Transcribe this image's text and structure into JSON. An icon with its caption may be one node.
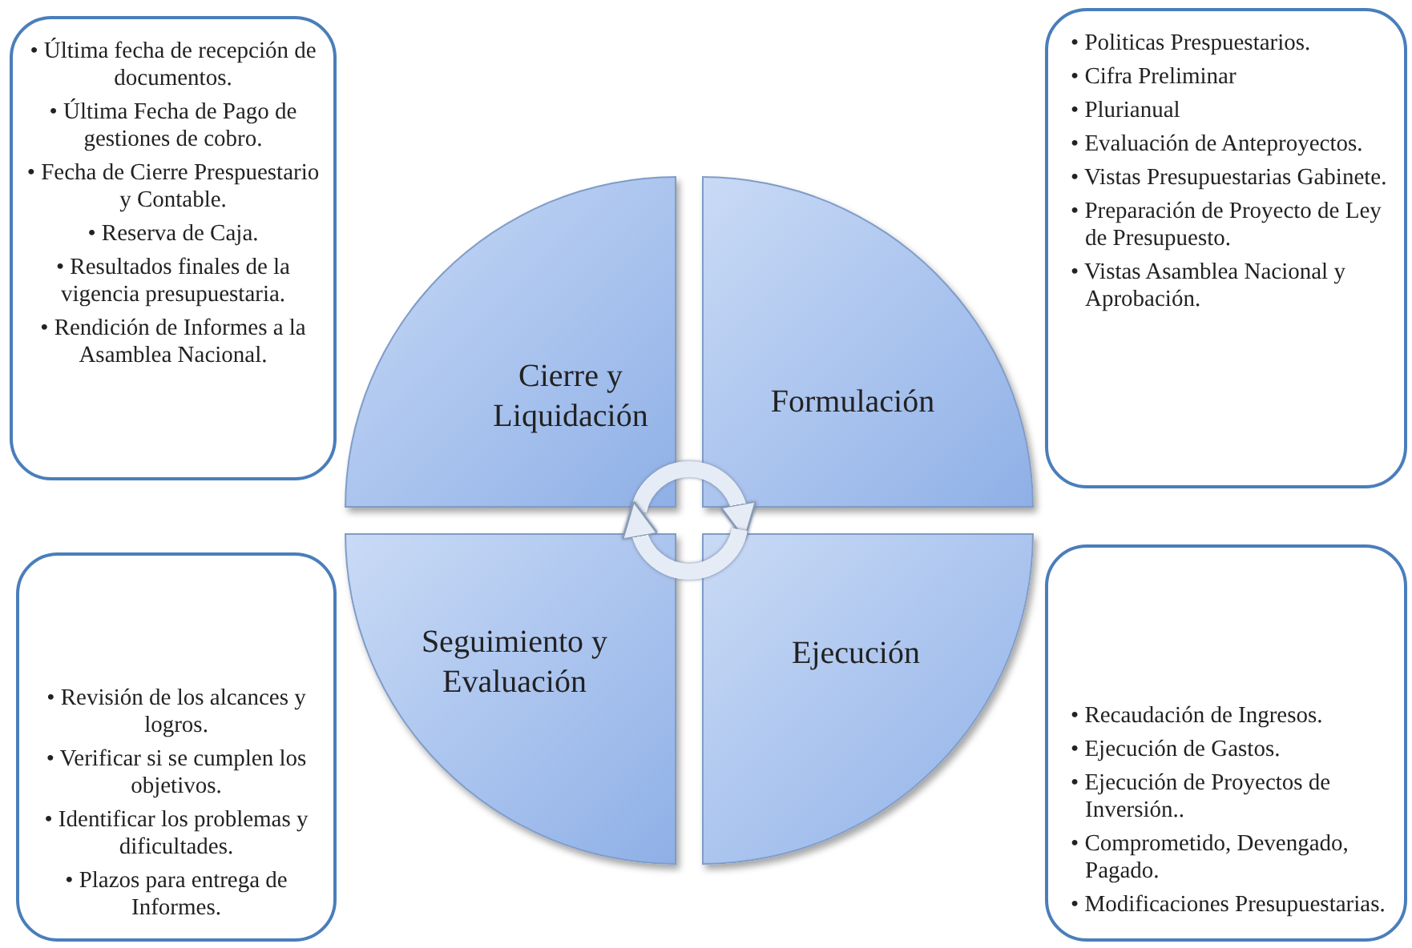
{
  "diagram": {
    "nodes": [
      {
        "text": [
          "• Última fecha de recepción de documentos.",
          "• Última Fecha de Pago de gestiones de cobro.",
          "• Fecha de Cierre Prespuestario y Contable.",
          "• Reserva de Caja.",
          "• Resultados finales de la vigencia presupuestaria.",
          "• Rendición de Informes a la Asamblea Nacional."
        ]
      },
      {
        "text": [
          "• Politicas Prespuestarios.",
          "• Cifra Preliminar",
          "• Plurianual",
          "• Evaluación de Anteproyectos.",
          "• Vistas Presupuestarias Gabinete.",
          "• Preparación de Proyecto de Ley de Presupuesto.",
          "• Vistas Asamblea Nacional y Aprobación."
        ]
      },
      {
        "text": [
          "Cierre y Liquidación"
        ]
      },
      {
        "text": [
          "Formulación"
        ]
      },
      {
        "text": [
          "Seguimiento y Evaluación"
        ]
      },
      {
        "text": [
          "Ejecución"
        ]
      },
      {
        "text": [
          "• Revisión de los alcances y logros.",
          "• Verificar si se cumplen los objetivos.",
          "• Identificar los problemas y dificultades.",
          "• Plazos para entrega de Informes."
        ]
      },
      {
        "text": [
          "• Recaudación de Ingresos.",
          "• Ejecución de Gastos.",
          "• Ejecución de Proyectos de Inversión..",
          "• Comprometido, Devengado, Pagado.",
          "• Modificaciones Presupuestarias."
        ]
      }
    ],
    "edges": [
      {
        "from": 2,
        "to": 3,
        "arrow": "to"
      },
      {
        "from": 5,
        "to": 4,
        "arrow": "to"
      }
    ]
  }
}
